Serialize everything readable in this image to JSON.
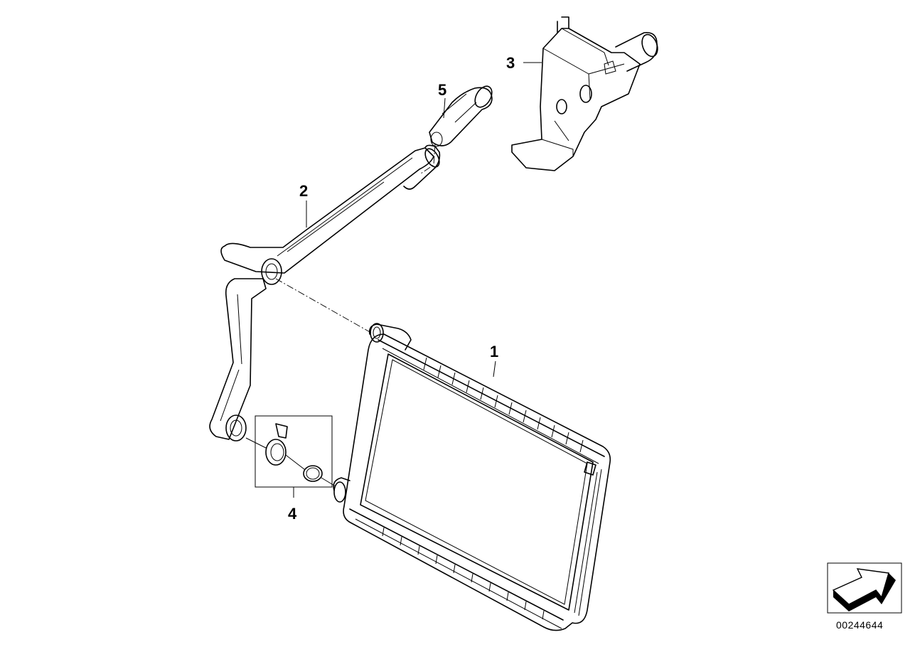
{
  "callouts": [
    {
      "id": "1",
      "label": "1"
    },
    {
      "id": "2",
      "label": "2"
    },
    {
      "id": "3",
      "label": "3"
    },
    {
      "id": "4",
      "label": "4"
    },
    {
      "id": "5",
      "label": "5"
    }
  ],
  "document_number": "00244644",
  "icon": "assembly-arrow-icon"
}
